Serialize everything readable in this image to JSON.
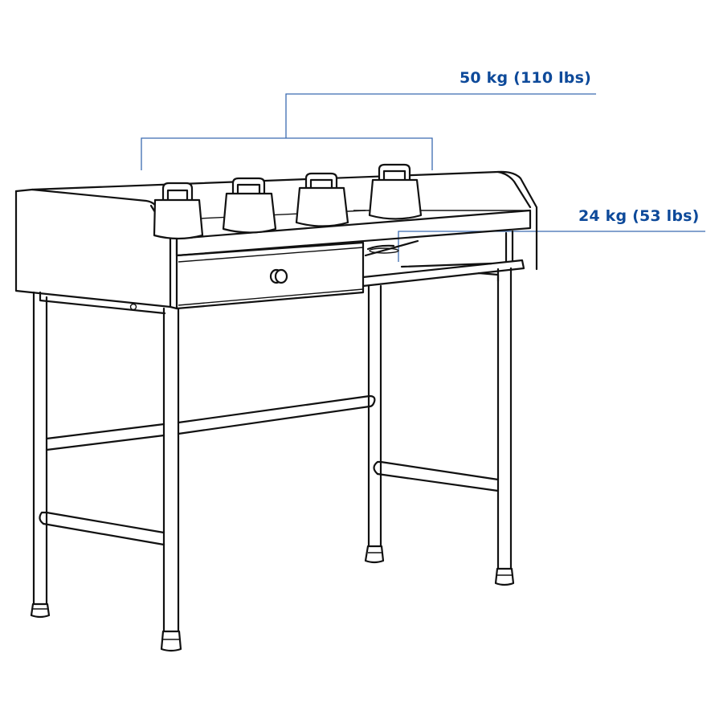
{
  "diagram": {
    "type": "furniture load capacity illustration",
    "subject": "desk with drawer, top shelf with gallery rail, and open lower shelf",
    "colors": {
      "line_art": "#111111",
      "annotation": "#0e4a9a",
      "leader_line": "#3b6bb0",
      "background": "#ffffff"
    },
    "annotations": [
      {
        "id": "top",
        "text": "50 kg (110 lbs)",
        "points_to": "top shelf with four weights"
      },
      {
        "id": "shelf",
        "text": "24 kg (53 lbs)",
        "points_to": "lower open shelf"
      }
    ],
    "weights_count": 4
  }
}
